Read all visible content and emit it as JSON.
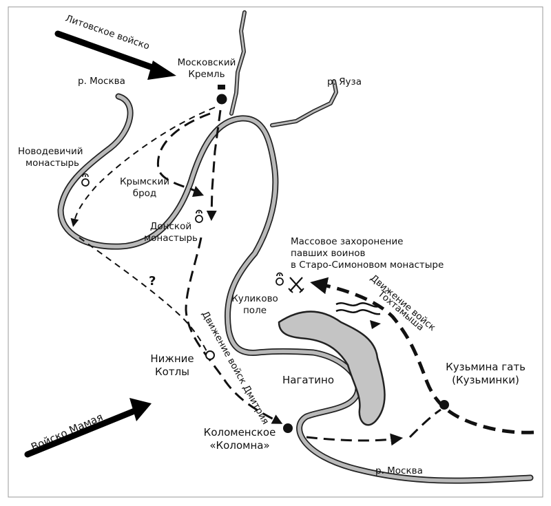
{
  "labels": {
    "lithuanian_army": "Литовское войско",
    "kremlin_line1": "Московский",
    "kremlin_line2": "Кремль",
    "moskva_river_north": "р. Москва",
    "yauza_river": "р. Яуза",
    "novodevichy_line1": "Новодевичий",
    "novodevichy_line2": "монастырь",
    "crimean_ford_line1": "Крымский",
    "crimean_ford_line2": "брод",
    "donskoy_line1": "Донской",
    "donskoy_line2": "монастырь",
    "burial_line1": "Массовое захоронение",
    "burial_line2": "павших воинов",
    "burial_line3": "в Старо-Симоновом монастыре",
    "question_mark": "?",
    "tokhtamysh_line1": "Движение войск",
    "tokhtamysh_line2": "Тохтамыша",
    "kulikovo_line1": "Куликово",
    "kulikovo_line2": "поле",
    "dmitry_movement": "Движение войск Дмитрия",
    "nizhnie_kotly_line1": "Нижние",
    "nizhnie_kotly_line2": "Котлы",
    "nagatino": "Нагатино",
    "kuzmina_gat_line1": "Кузьмина гать",
    "kuzmina_gat_line2": "(Кузьминки)",
    "mamai_army": "Войско Мамая",
    "kolomenskoe_line1": "Коломенское",
    "kolomenskoe_line2": "«Коломна»",
    "moskva_river_south": "р. Москва"
  },
  "colors": {
    "ink": "#111111",
    "river_fill": "#b9b9b9",
    "lake_fill": "#c4c4c4",
    "background": "#ffffff"
  },
  "icons": [
    "kremlin-dot",
    "monastery-icon",
    "crossed-swords-icon",
    "wave-icon",
    "kolomenskoe-dot",
    "kuzminki-dot",
    "nizhnie-kotly-marker"
  ]
}
